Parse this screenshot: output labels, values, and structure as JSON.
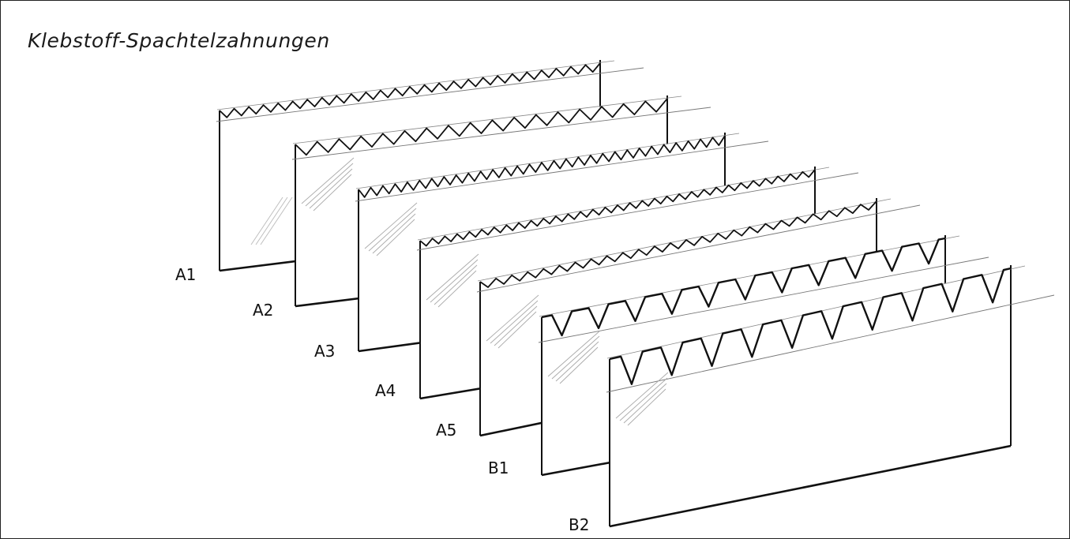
{
  "title": "Klebstoff-Spachtelzahnungen",
  "blades": [
    {
      "label": "A1"
    },
    {
      "label": "A2"
    },
    {
      "label": "A3"
    },
    {
      "label": "A4"
    },
    {
      "label": "A5"
    },
    {
      "label": "B1"
    },
    {
      "label": "B2"
    }
  ]
}
